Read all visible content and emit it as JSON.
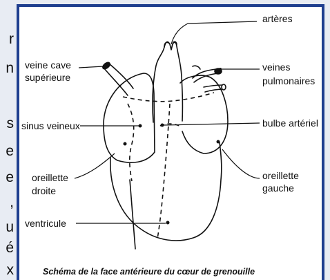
{
  "left_margin_letters": [
    "r",
    "n",
    "s",
    "e",
    "e",
    ",",
    "u",
    "é",
    "x"
  ],
  "labels": {
    "arteres": "artères",
    "veine_cave_l1": "veine cave",
    "veine_cave_l2": "supérieure",
    "veines_pulm_l1": "veines",
    "veines_pulm_l2": "pulmonaires",
    "sinus": "sinus veineux",
    "bulbe": "bulbe artériel",
    "oreillette_droite_l1": "oreillette",
    "oreillette_droite_l2": "droite",
    "oreillette_gauche_l1": "oreillette",
    "oreillette_gauche_l2": "gauche",
    "ventricule": "ventricule"
  },
  "caption": "Schéma de la face antérieure du cœur de grenouille",
  "colors": {
    "frame_border": "#1f3f8f",
    "ink": "#111111"
  }
}
